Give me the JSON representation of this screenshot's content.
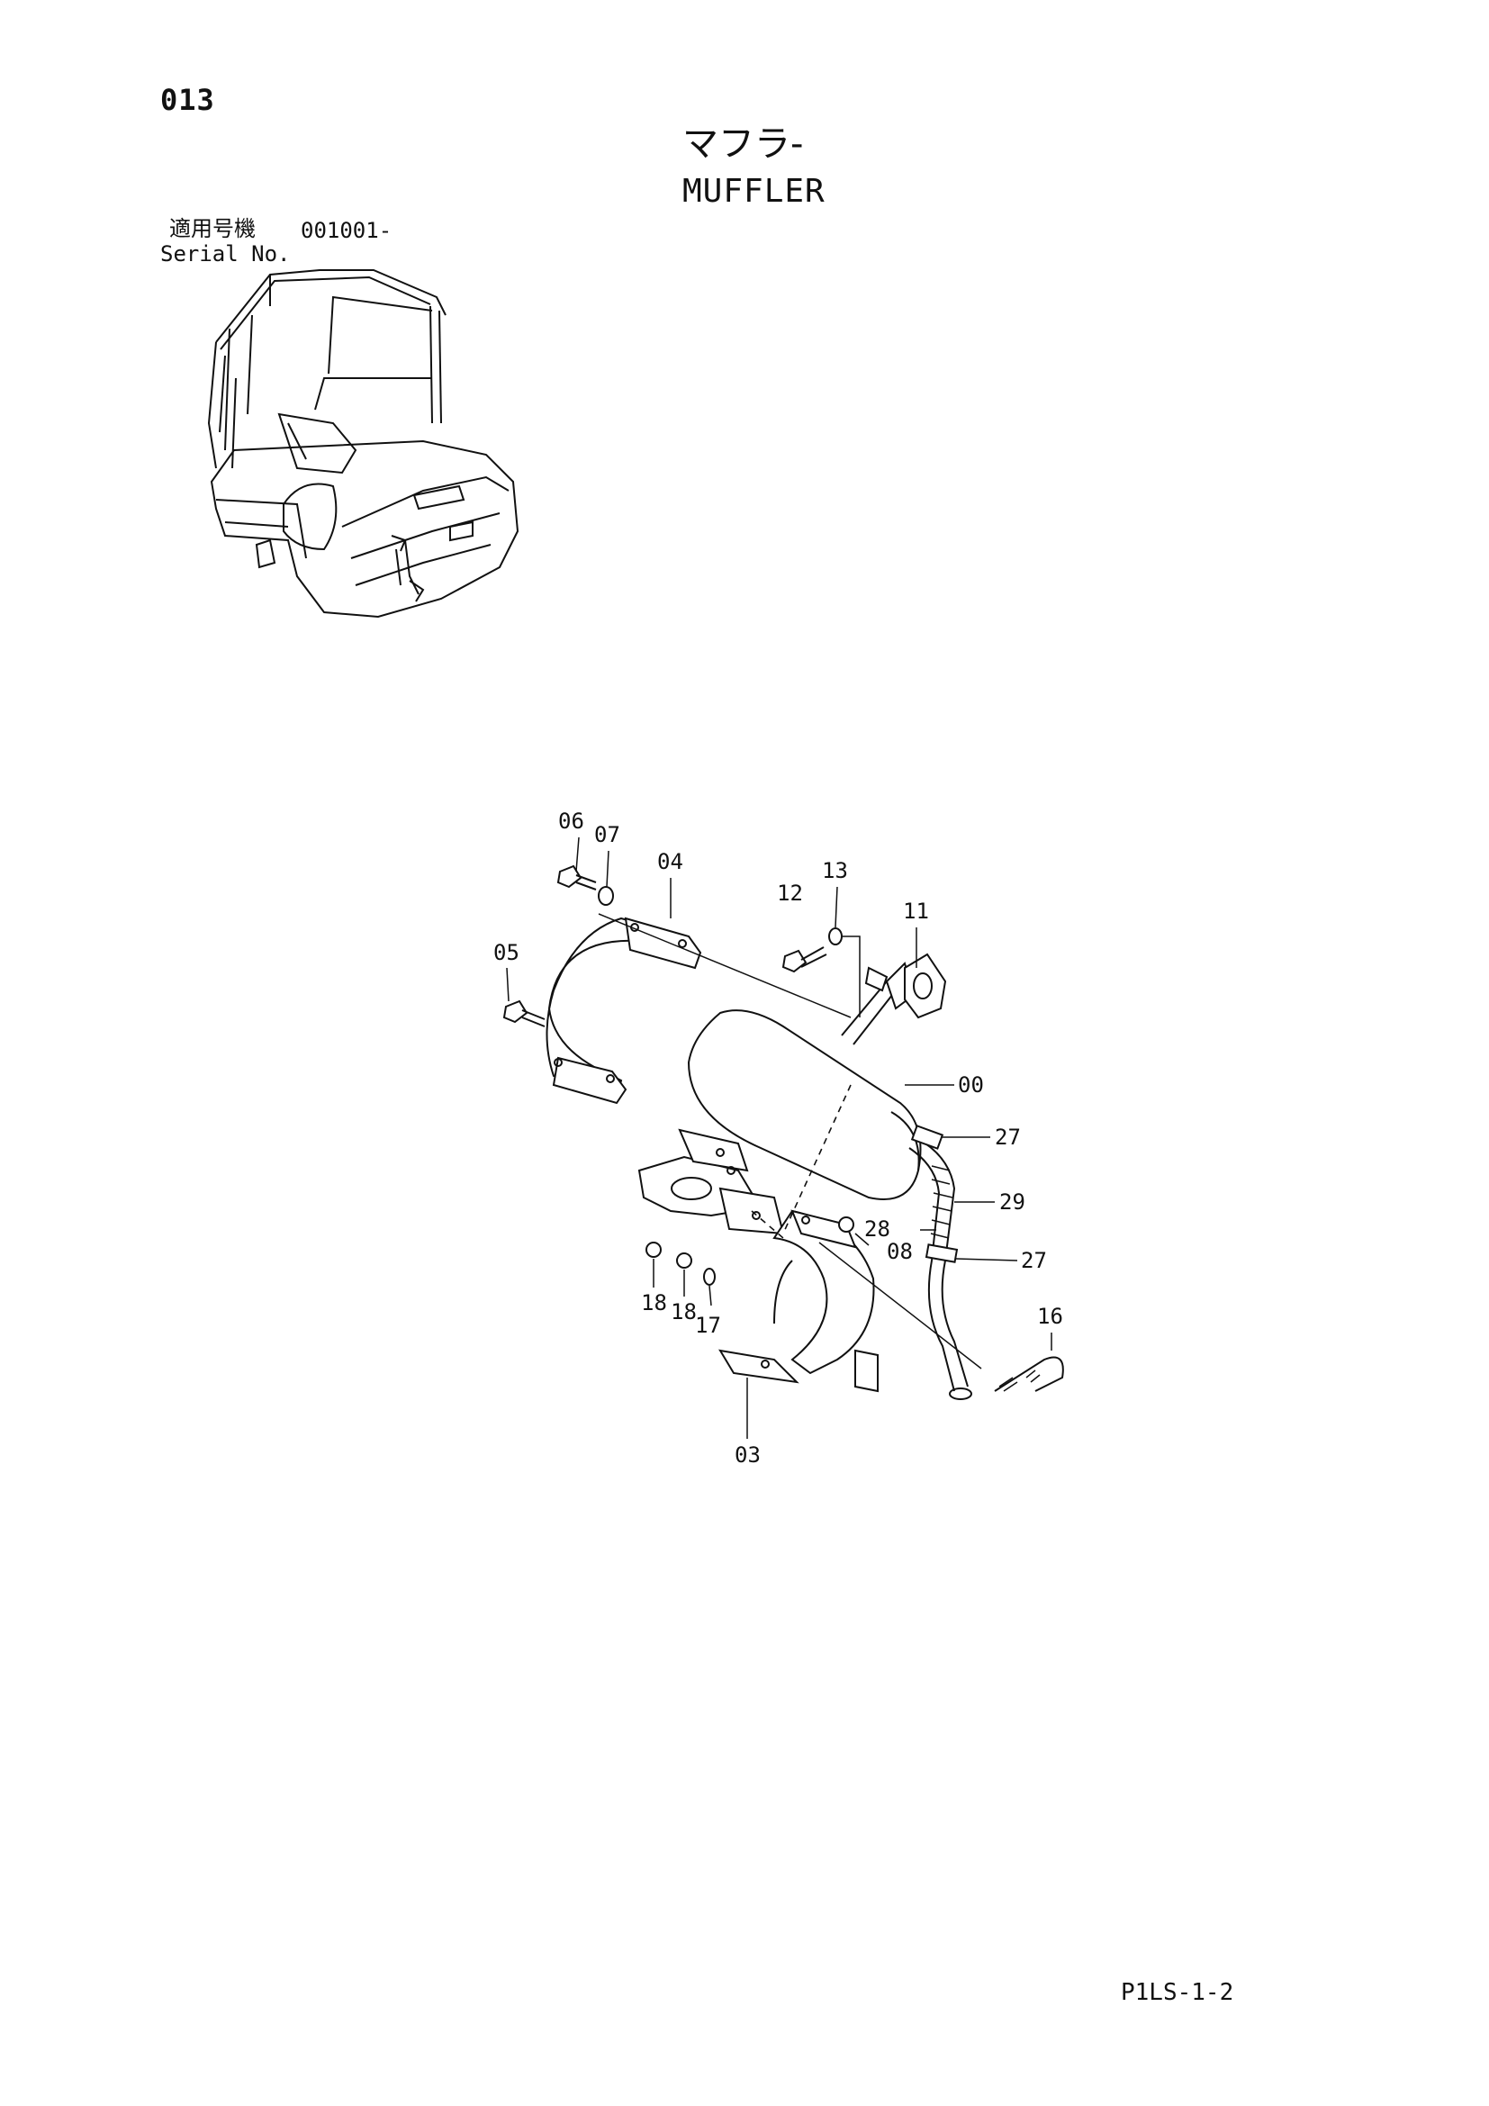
{
  "header": {
    "page_number": "013",
    "title_jp": "マフラ-",
    "title_en": "MUFFLER",
    "serial_label_jp": "適用号機",
    "serial_value": "001001-",
    "serial_label_en": "Serial No."
  },
  "footer": {
    "page_code": "P1LS-1-2"
  },
  "diagram": {
    "callouts": [
      "06",
      "07",
      "04",
      "13",
      "12",
      "11",
      "05",
      "00",
      "27",
      "29",
      "28",
      "08",
      "27",
      "16",
      "18",
      "18",
      "17",
      "03"
    ]
  }
}
